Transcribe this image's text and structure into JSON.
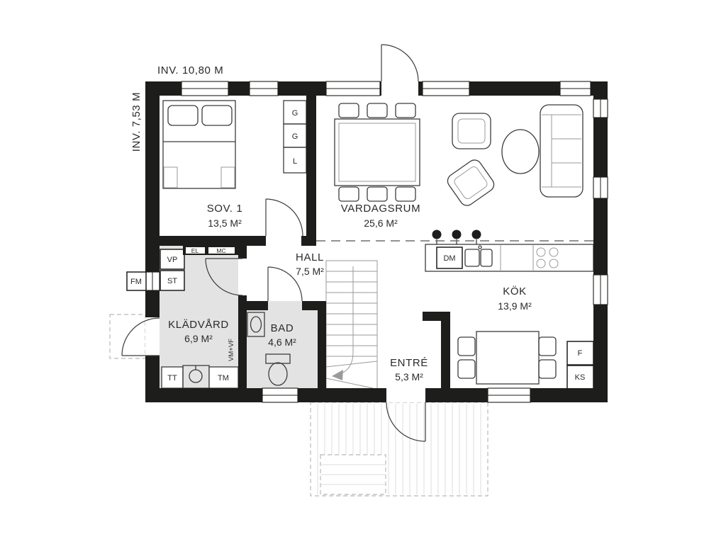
{
  "dimensions": {
    "top": "INV. 10,80 M",
    "left": "INV. 7,53 M"
  },
  "rooms": {
    "sov1": {
      "name": "SOV. 1",
      "area": "13,5 M²"
    },
    "vardagsrum": {
      "name": "VARDAGSRUM",
      "area": "25,6 M²"
    },
    "hall": {
      "name": "HALL",
      "area": "7,5 M²"
    },
    "kok": {
      "name": "KÖK",
      "area": "13,9 M²"
    },
    "kladvard": {
      "name": "KLÄDVÅRD",
      "area": "6,9 M²"
    },
    "bad": {
      "name": "BAD",
      "area": "4,6 M²"
    },
    "entre": {
      "name": "ENTRÉ",
      "area": "5,3 M²"
    }
  },
  "fixtures": {
    "g_top": "G",
    "g_bottom": "G",
    "l": "L",
    "vp": "VP",
    "st": "ST",
    "fm": "FM",
    "el": "EL",
    "mc": "MC",
    "dm": "DM",
    "tt": "TT",
    "tm": "TM",
    "vm_vf": "VM+VF",
    "f": "F",
    "ks": "KS"
  },
  "colors": {
    "wall": "#1d1d1b",
    "shaded_room": "#e3e3e3",
    "furniture_line": "#3c3c3c",
    "light_line": "#9a9a9a",
    "text": "#2a2a2a",
    "background": "#ffffff"
  }
}
